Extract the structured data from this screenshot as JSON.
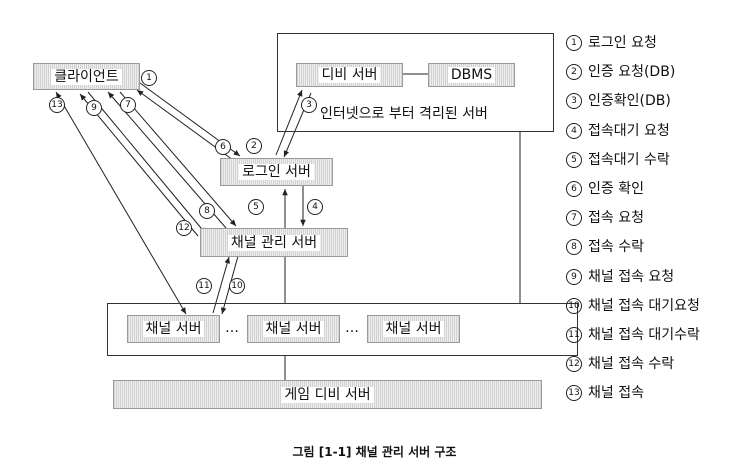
{
  "nodes": {
    "client": "클라이언트",
    "db_server": "디비 서버",
    "dbms": "DBMS",
    "isolated_note": "인터넷으로 부터 격리된 서버",
    "login_server": "로그인 서버",
    "channel_mgmt": "채널 관리 서버",
    "channel_server_1": "채널 서버",
    "channel_server_2": "채널 서버",
    "channel_server_3": "채널 서버",
    "ellipsis_1": "…",
    "ellipsis_2": "…",
    "game_db": "게임 디비 서버"
  },
  "arrow_labels": [
    "1",
    "2",
    "3",
    "4",
    "5",
    "6",
    "7",
    "8",
    "9",
    "10",
    "11",
    "12",
    "13"
  ],
  "legend": [
    {
      "num": "1",
      "text": "로그인 요청"
    },
    {
      "num": "2",
      "text": "인증 요청(DB)"
    },
    {
      "num": "3",
      "text": "인증확인(DB)"
    },
    {
      "num": "4",
      "text": "접속대기 요청"
    },
    {
      "num": "5",
      "text": "접속대기 수락"
    },
    {
      "num": "6",
      "text": "인증 확인"
    },
    {
      "num": "7",
      "text": "접속 요청"
    },
    {
      "num": "8",
      "text": "접속 수락"
    },
    {
      "num": "9",
      "text": "채널 접속 요청"
    },
    {
      "num": "10",
      "text": "채널 접속 대기요청"
    },
    {
      "num": "11",
      "text": "채널 접속 대기수락"
    },
    {
      "num": "12",
      "text": "채널 접속 수락"
    },
    {
      "num": "13",
      "text": "채널 접속"
    }
  ],
  "caption": "그림 [1-1]  채널 관리 서버 구조"
}
